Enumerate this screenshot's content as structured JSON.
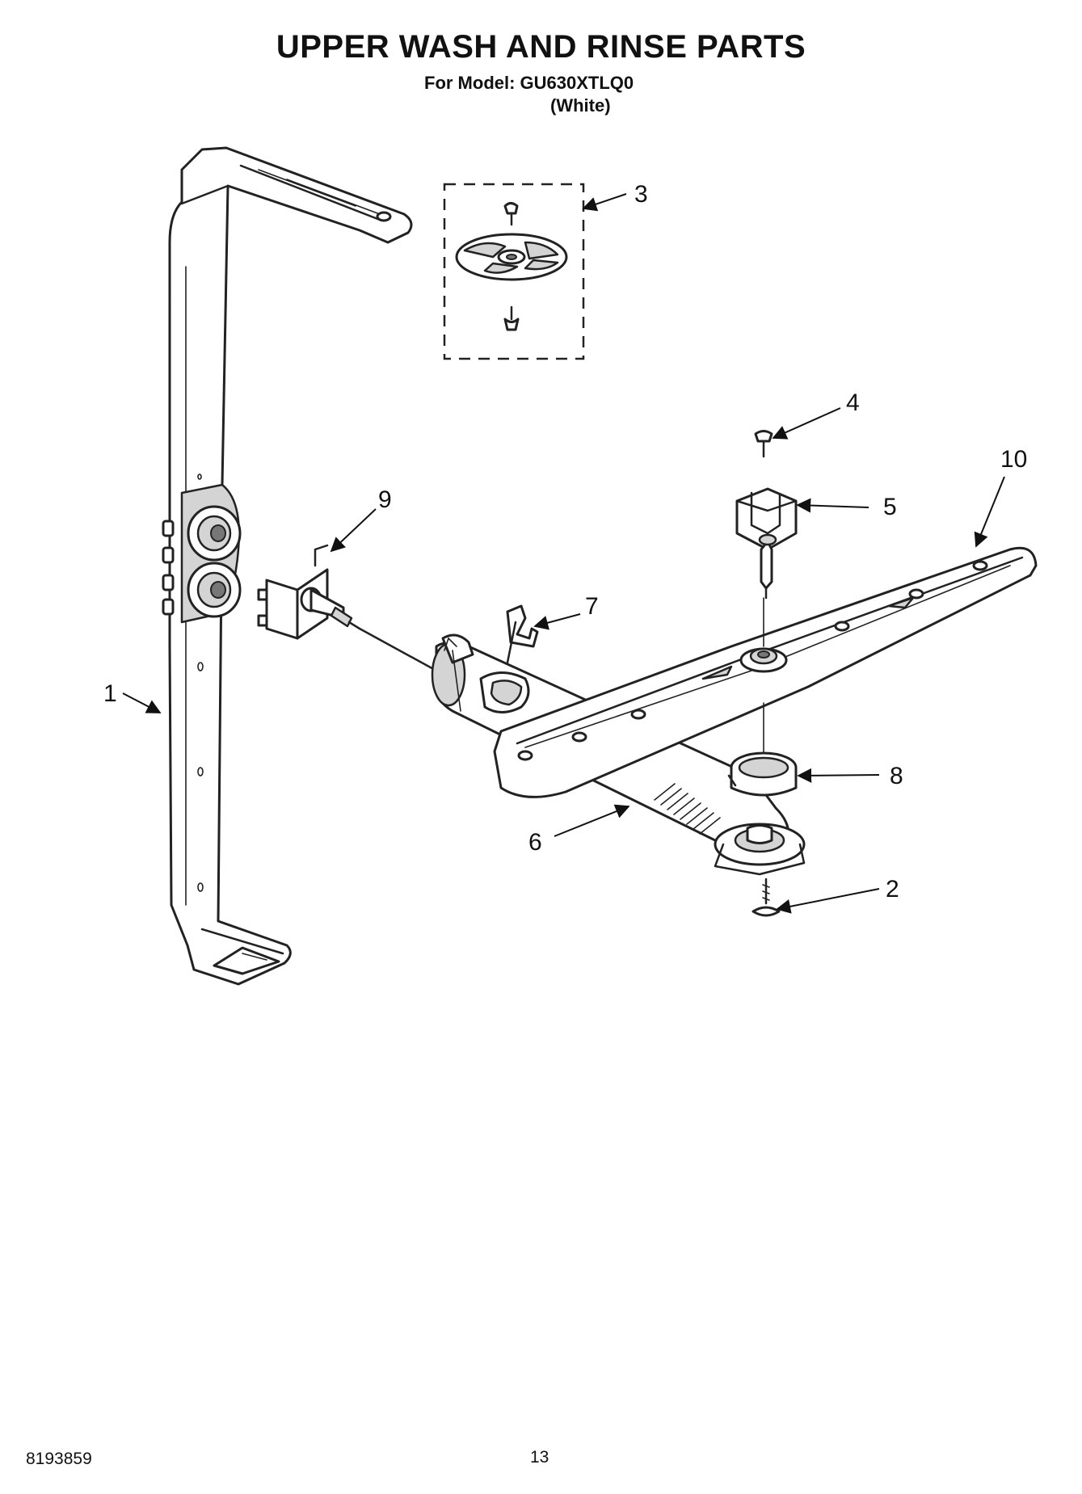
{
  "header": {
    "title": "UPPER WASH AND RINSE PARTS",
    "model_line": "For Model: GU630XTLQ0",
    "variant": "(White)"
  },
  "footer": {
    "document_number": "8193859",
    "page_number": "13"
  },
  "callouts": [
    {
      "id": "1",
      "label": "1"
    },
    {
      "id": "2",
      "label": "2"
    },
    {
      "id": "3",
      "label": "3"
    },
    {
      "id": "4",
      "label": "4"
    },
    {
      "id": "5",
      "label": "5"
    },
    {
      "id": "6",
      "label": "6"
    },
    {
      "id": "7",
      "label": "7"
    },
    {
      "id": "8",
      "label": "8"
    },
    {
      "id": "9",
      "label": "9"
    },
    {
      "id": "10",
      "label": "10"
    }
  ]
}
